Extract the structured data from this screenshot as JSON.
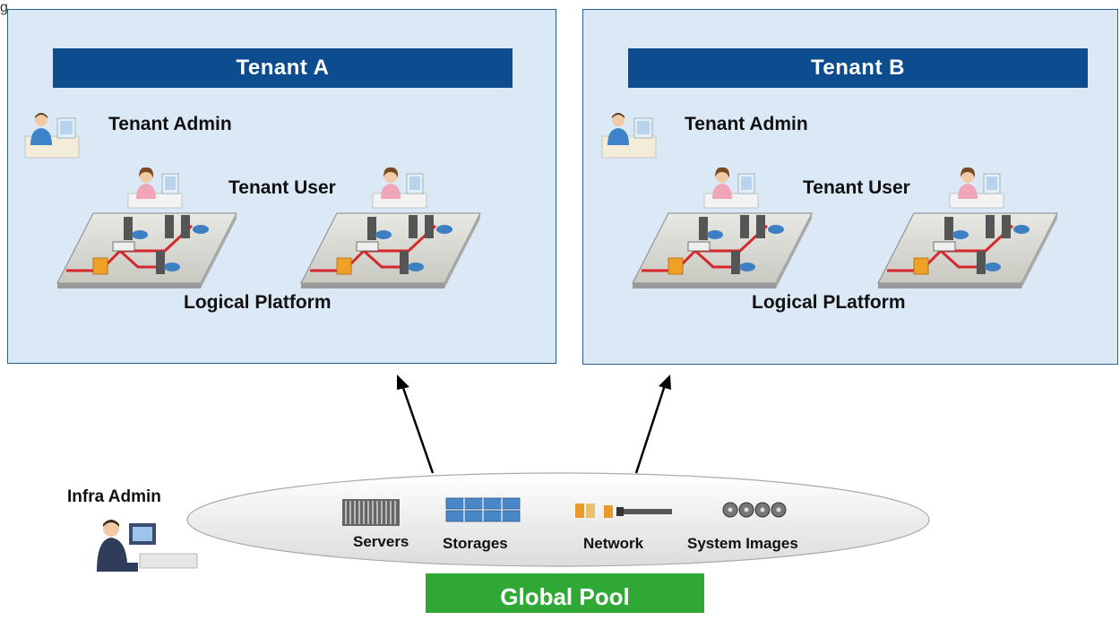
{
  "corner_text": "g",
  "tenant_a": {
    "title": "Tenant A",
    "admin_label": "Tenant Admin",
    "user_label": "Tenant User",
    "platform_label": "Logical Platform"
  },
  "tenant_b": {
    "title": "Tenant B",
    "admin_label": "Tenant Admin",
    "user_label": "Tenant User",
    "platform_label": "Logical PLatform"
  },
  "infra": {
    "admin_label": "Infra Admin"
  },
  "pool": {
    "servers_label": "Servers",
    "storages_label": "Storages",
    "network_label": "Network",
    "system_images_label": "System Images",
    "banner_label": "Global Pool"
  },
  "colors": {
    "tenant_box_fill": "#dbe9f6",
    "tenant_header_fill": "#0d4c8e",
    "pool_banner_fill": "#2fa835",
    "network_link": "#d6282c"
  }
}
